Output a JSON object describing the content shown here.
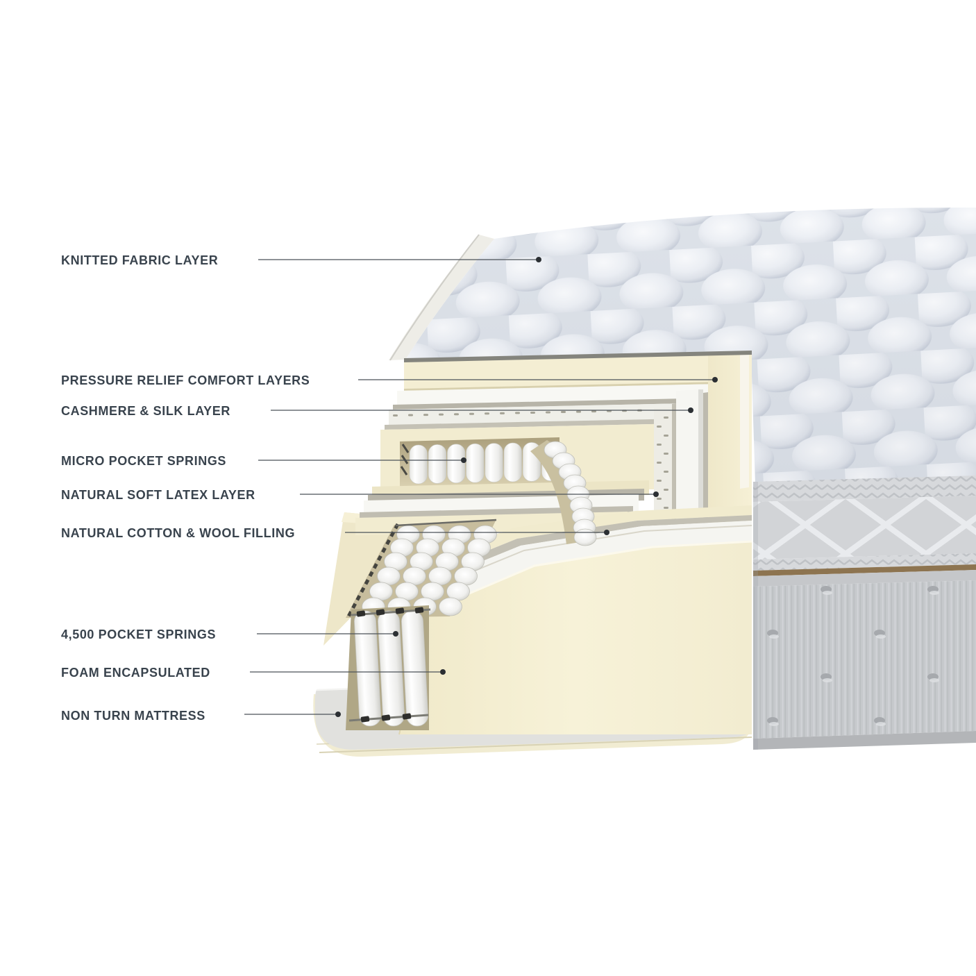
{
  "figure": {
    "type": "cutaway-diagram",
    "subject": "Mattress cross-section showing internal layers"
  },
  "labels": [
    {
      "text": "KNITTED FABRIC LAYER"
    },
    {
      "text": "PRESSURE RELIEF COMFORT LAYERS"
    },
    {
      "text": "CASHMERE & SILK LAYER"
    },
    {
      "text": "MICRO POCKET SPRINGS"
    },
    {
      "text": "NATURAL SOFT LATEX LAYER"
    },
    {
      "text": "NATURAL COTTON & WOOL FILLING"
    },
    {
      "text": "4,500 POCKET SPRINGS"
    },
    {
      "text": "FOAM ENCAPSULATED"
    },
    {
      "text": "NON TURN MATTRESS"
    }
  ],
  "colors": {
    "label_text": "#39434d",
    "leader_line": "#4b5258",
    "foam_cream": "#f5efd3",
    "quilt_fabric": "#e7ebf0",
    "side_fabric_gray": "#c6c9cc",
    "tan_piping": "#8d7450",
    "base_gray": "#e1e1de"
  }
}
